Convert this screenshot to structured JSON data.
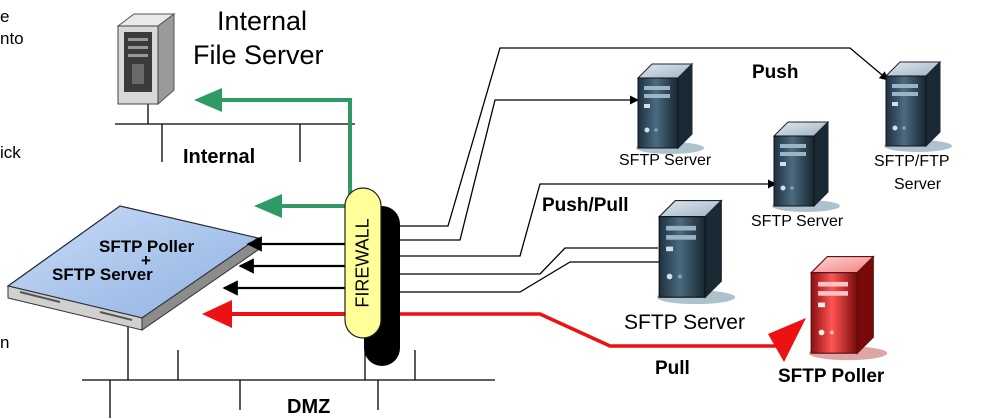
{
  "left_text_fragments": [
    "e",
    "nto",
    "ick",
    "n"
  ],
  "labels": {
    "internal_file_server_line1": "Internal",
    "internal_file_server_line2": "File Server",
    "internal_zone": "Internal",
    "dmz_zone": "DMZ",
    "poller_device_line1": "SFTP Poller",
    "poller_device_plus": "+",
    "poller_device_line2": "SFTP Server",
    "firewall": "FIREWALL",
    "push": "Push",
    "push_pull": "Push/Pull",
    "pull": "Pull",
    "sftp_server_1": "SFTP Server",
    "sftp_ftp_server_line1": "SFTP/FTP",
    "sftp_ftp_server_line2": "Server",
    "sftp_server_2": "SFTP Server",
    "sftp_server_3": "SFTP Server",
    "sftp_poller": "SFTP Poller"
  },
  "colors": {
    "internal_flow": "#2e9a66",
    "pull_flow": "#ee1111",
    "firewall_fill": "#ffff99",
    "appliance_fill": "#a9c6ef",
    "server_dark": "#2f4a5c",
    "poller_server_red": "#e63838"
  },
  "icons": [
    "file-server-icon",
    "sftp-server-icon",
    "sftp-ftp-server-icon",
    "sftp-poller-server-icon",
    "appliance-icon",
    "firewall-icon"
  ]
}
